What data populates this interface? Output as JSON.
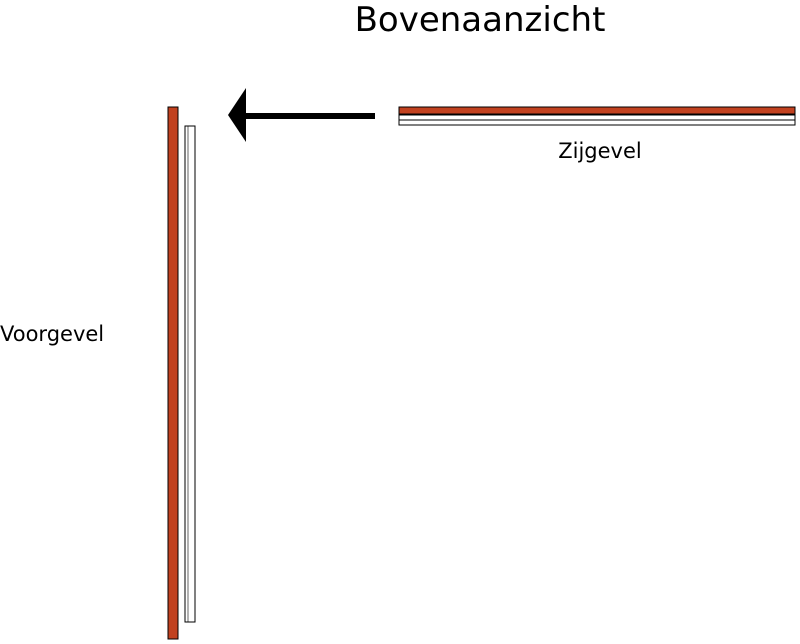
{
  "title": "Bovenaanzicht",
  "labels": {
    "side_wall": "Zijgevel",
    "front_wall": "Voorgevel"
  },
  "colors": {
    "brick": "#c1411f",
    "outline": "#000000",
    "cavity": "#ffffff",
    "arrow": "#000000"
  },
  "icons": {
    "direction_arrow": "arrow-left-icon"
  }
}
